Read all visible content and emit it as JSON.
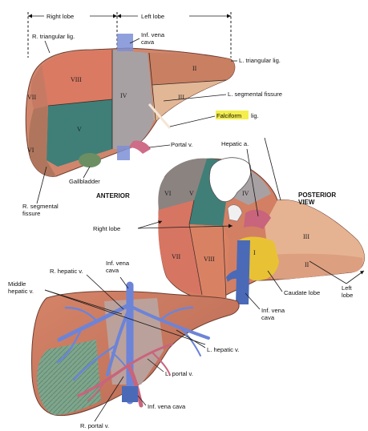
{
  "anterior_view": {
    "header_right_lobe": "Right lobe",
    "header_left_lobe": "Left lobe",
    "r_triangular_lig": "R. triangular lig.",
    "inf_vena_cava": "Inf. vena\ncava",
    "l_triangular_lig": "L. triangular lig.",
    "l_segmental_fissure": "L. segmental fissure",
    "falciform_lig_part1": "Falciform",
    "falciform_lig_part2": "lig.",
    "portal_v": "Portal v.",
    "gallbladder": "Gallbladder",
    "r_segmental_fissure": "R. segmental\nfissure",
    "view_title": "ANTERIOR",
    "segments": {
      "viii": "VIII",
      "vii": "VII",
      "vi": "VI",
      "v": "V",
      "iv": "IV",
      "ii": "II",
      "iii": "III"
    },
    "highlight_color": "#f4ee4a"
  },
  "posterior_view": {
    "hepatic_a": "Hepatic a.",
    "view_title": "POSTERIOR\nVIEW",
    "right_lobe": "Right lobe",
    "caudate_lobe": "Caudate lobe",
    "inf_vena_cava": "Inf. vena\ncava",
    "left_lobe": "Left\nlobe",
    "segments": {
      "vi": "VI",
      "v": "V",
      "iv": "IV",
      "vii": "VII",
      "viii": "VIII",
      "i": "I",
      "iii": "III",
      "ii": "II"
    }
  },
  "vascular_view": {
    "r_hepatic_v": "R. hepatic v.",
    "inf_vena_cava_top": "Inf. vena\ncava",
    "middle_hepatic_v": "Middle\nhepatic v.",
    "l_hepatic_v": "L. hepatic v.",
    "l_portal_v": "L. portal v.",
    "inf_vena_cava_bottom": "Inf. vena cava",
    "r_portal_v": "R. portal v."
  }
}
